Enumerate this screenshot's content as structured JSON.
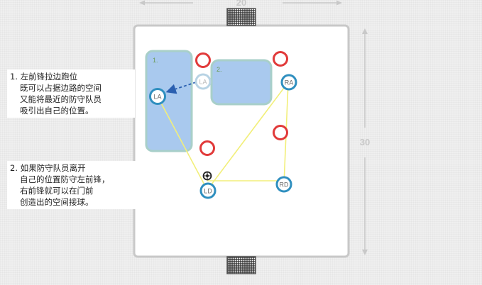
{
  "field": {
    "width_label": "20",
    "height_label": "30",
    "colors": {
      "border": "#c8c8c8",
      "field_bg": "#ffffff",
      "zone_fill": "#a9c9ee",
      "zone_border": "#9cc9c4",
      "pass_line": "#f2ef7a",
      "attacker_ring": "#2f8fbf",
      "defender_ring": "#e13a3a",
      "arrow": "#2a5fb0",
      "dimension": "#c0c0c0"
    }
  },
  "zones": [
    {
      "id": "zone-1",
      "label": "1."
    },
    {
      "id": "zone-2",
      "label": "2."
    }
  ],
  "players": {
    "attackers": [
      {
        "id": "LA",
        "label": "LA",
        "faded": false
      },
      {
        "id": "LA-ghost",
        "label": "LA",
        "faded": true
      },
      {
        "id": "RA",
        "label": "RA",
        "faded": false
      },
      {
        "id": "LD",
        "label": "LD",
        "faded": false
      },
      {
        "id": "RD",
        "label": "RD",
        "faded": false
      }
    ],
    "defender_count": 4
  },
  "ball": {
    "icon": "soccer-ball-icon"
  },
  "notes": [
    {
      "id": "note-1",
      "lines": [
        "1. 左前锋拉边跑位",
        "既可以占据边路的空间",
        "又能将最近的防守队员",
        "吸引出自己的位置。"
      ]
    },
    {
      "id": "note-2",
      "lines": [
        "2. 如果防守队员离开",
        "自己的位置防守左前锋，",
        "右前锋就可以在门前",
        "创造出的空间接球。"
      ]
    }
  ]
}
